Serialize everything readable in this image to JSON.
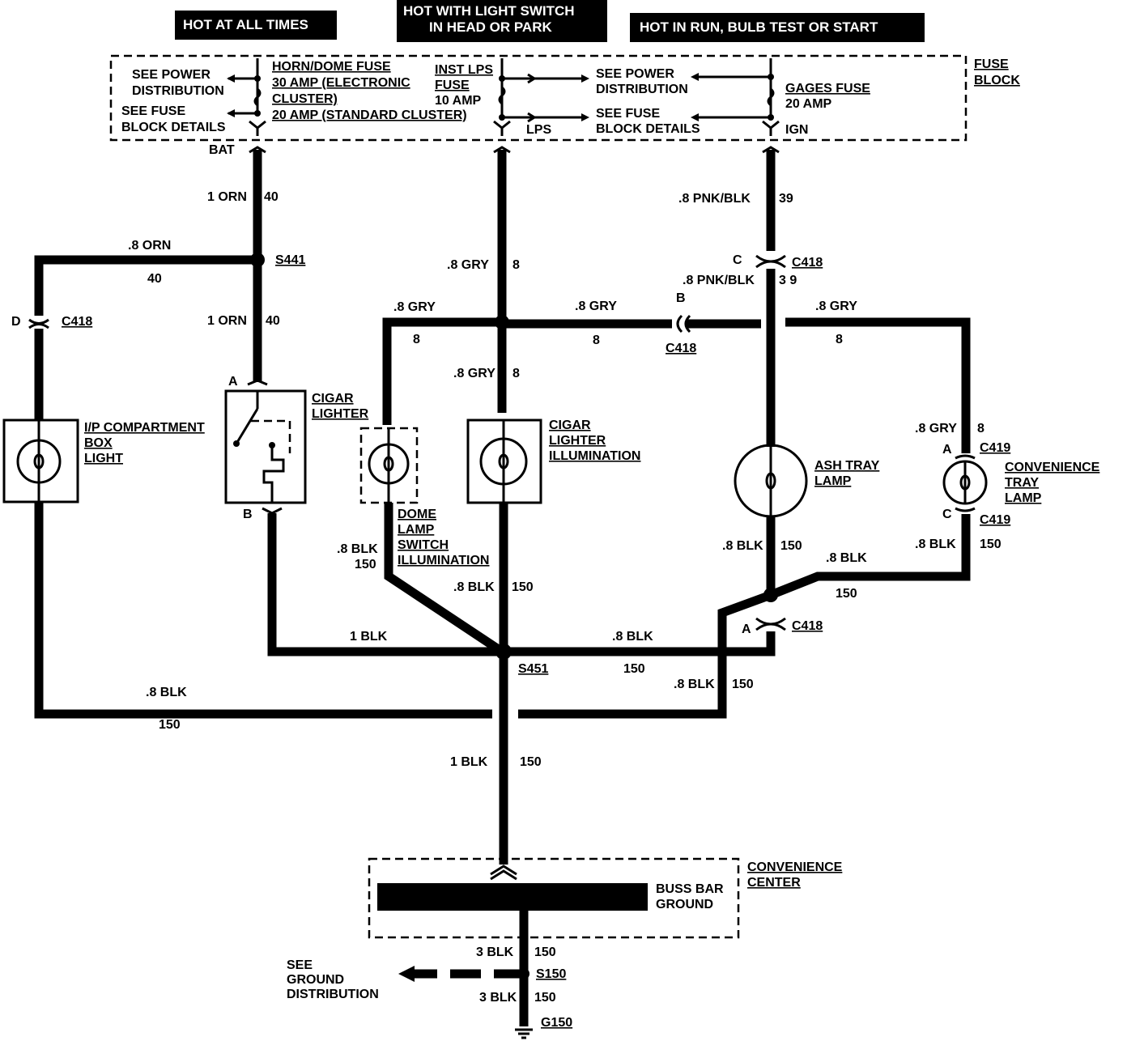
{
  "headers": {
    "hot_always": "HOT AT ALL TIMES",
    "hot_light_1": "HOT WITH LIGHT SWITCH",
    "hot_light_2": "IN HEAD OR PARK",
    "hot_run": "HOT IN RUN, BULB TEST OR START"
  },
  "fuse_block": {
    "label_1": "FUSE",
    "label_2": "BLOCK",
    "horn_fuse": [
      "HORN/DOME FUSE",
      "30 AMP (ELECTRONIC",
      "CLUSTER)",
      "20 AMP (STANDARD CLUSTER)"
    ],
    "inst_fuse": [
      "INST LPS",
      "FUSE",
      "10 AMP"
    ],
    "gages_fuse": [
      "GAGES FUSE",
      "20 AMP"
    ],
    "see_power_left": [
      "SEE POWER",
      "DISTRIBUTION"
    ],
    "see_fuse_left": [
      "SEE FUSE",
      "BLOCK DETAILS"
    ],
    "see_power_mid": [
      "SEE POWER",
      "DISTRIBUTION"
    ],
    "see_fuse_mid": [
      "SEE FUSE",
      "BLOCK DETAILS"
    ],
    "bat": "BAT",
    "lps": "LPS",
    "ign": "IGN"
  },
  "wires": {
    "orn_1": "1 ORN",
    "orn_1_num": "40",
    "orn_8": ".8 ORN",
    "orn_8_num": "40",
    "orn_1b": "1 ORN",
    "orn_1b_num": "40",
    "gry_a": ".8 GRY",
    "gry_a_num": "8",
    "gry_b": ".8 GRY",
    "gry_b_num": "8",
    "gry_c": ".8 GRY",
    "gry_c_num": "8",
    "gry_d": ".8 GRY",
    "gry_d_num": "8",
    "gry_e": ".8 GRY",
    "gry_e_num": "8",
    "gry_f": ".8 GRY",
    "gry_f_num": "8",
    "pnk_a": ".8 PNK/BLK",
    "pnk_a_num": "39",
    "pnk_b": ".8 PNK/BLK",
    "pnk_b_num": "3 9",
    "blk_dome": ".8 BLK",
    "blk_dome_num": "150",
    "blk_cig": ".8 BLK",
    "blk_cig_num": "150",
    "blk_ash": ".8 BLK",
    "blk_ash_num": "150",
    "blk_conv": ".8 BLK",
    "blk_conv_num": "150",
    "blk_conv2": ".8 BLK",
    "blk_conv2_num": "150",
    "blk_1": "1 BLK",
    "blk_mid": ".8 BLK",
    "blk_mid_num": "150",
    "blk_right": ".8 BLK",
    "blk_right_num": "150",
    "blk_left": ".8 BLK",
    "blk_left_num": "150",
    "blk_main": "1 BLK",
    "blk_main_num": "150",
    "blk_3a": "3 BLK",
    "blk_3a_num": "150",
    "blk_3b": "3 BLK",
    "blk_3b_num": "150"
  },
  "connectors": {
    "s441": "S441",
    "s451": "S451",
    "s150": "S150",
    "g150": "G150",
    "c418_d": "C418",
    "d": "D",
    "c418_c": "C418",
    "c": "C",
    "c418_b": "C418",
    "b": "B",
    "c418_a": "C418",
    "a": "A",
    "c419_a": "C419",
    "c419_a_pin": "A",
    "c419_c": "C419",
    "c419_c_pin": "C",
    "cig_a": "A",
    "cig_b": "B"
  },
  "components": {
    "ip_box": [
      "I/P COMPARTMENT",
      "BOX",
      "LIGHT"
    ],
    "cigar": [
      "CIGAR",
      "LIGHTER"
    ],
    "dome": [
      "DOME",
      "LAMP",
      "SWITCH",
      "ILLUMINATION"
    ],
    "cigar_illum": [
      "CIGAR",
      "LIGHTER",
      "ILLUMINATION"
    ],
    "ash": [
      "ASH TRAY",
      "LAMP"
    ],
    "conv_tray": [
      "CONVENIENCE",
      "TRAY",
      "LAMP"
    ],
    "conv_center": [
      "CONVENIENCE",
      "CENTER"
    ],
    "buss": [
      "BUSS BAR",
      "GROUND"
    ],
    "see_ground": [
      "SEE",
      "GROUND",
      "DISTRIBUTION"
    ]
  }
}
